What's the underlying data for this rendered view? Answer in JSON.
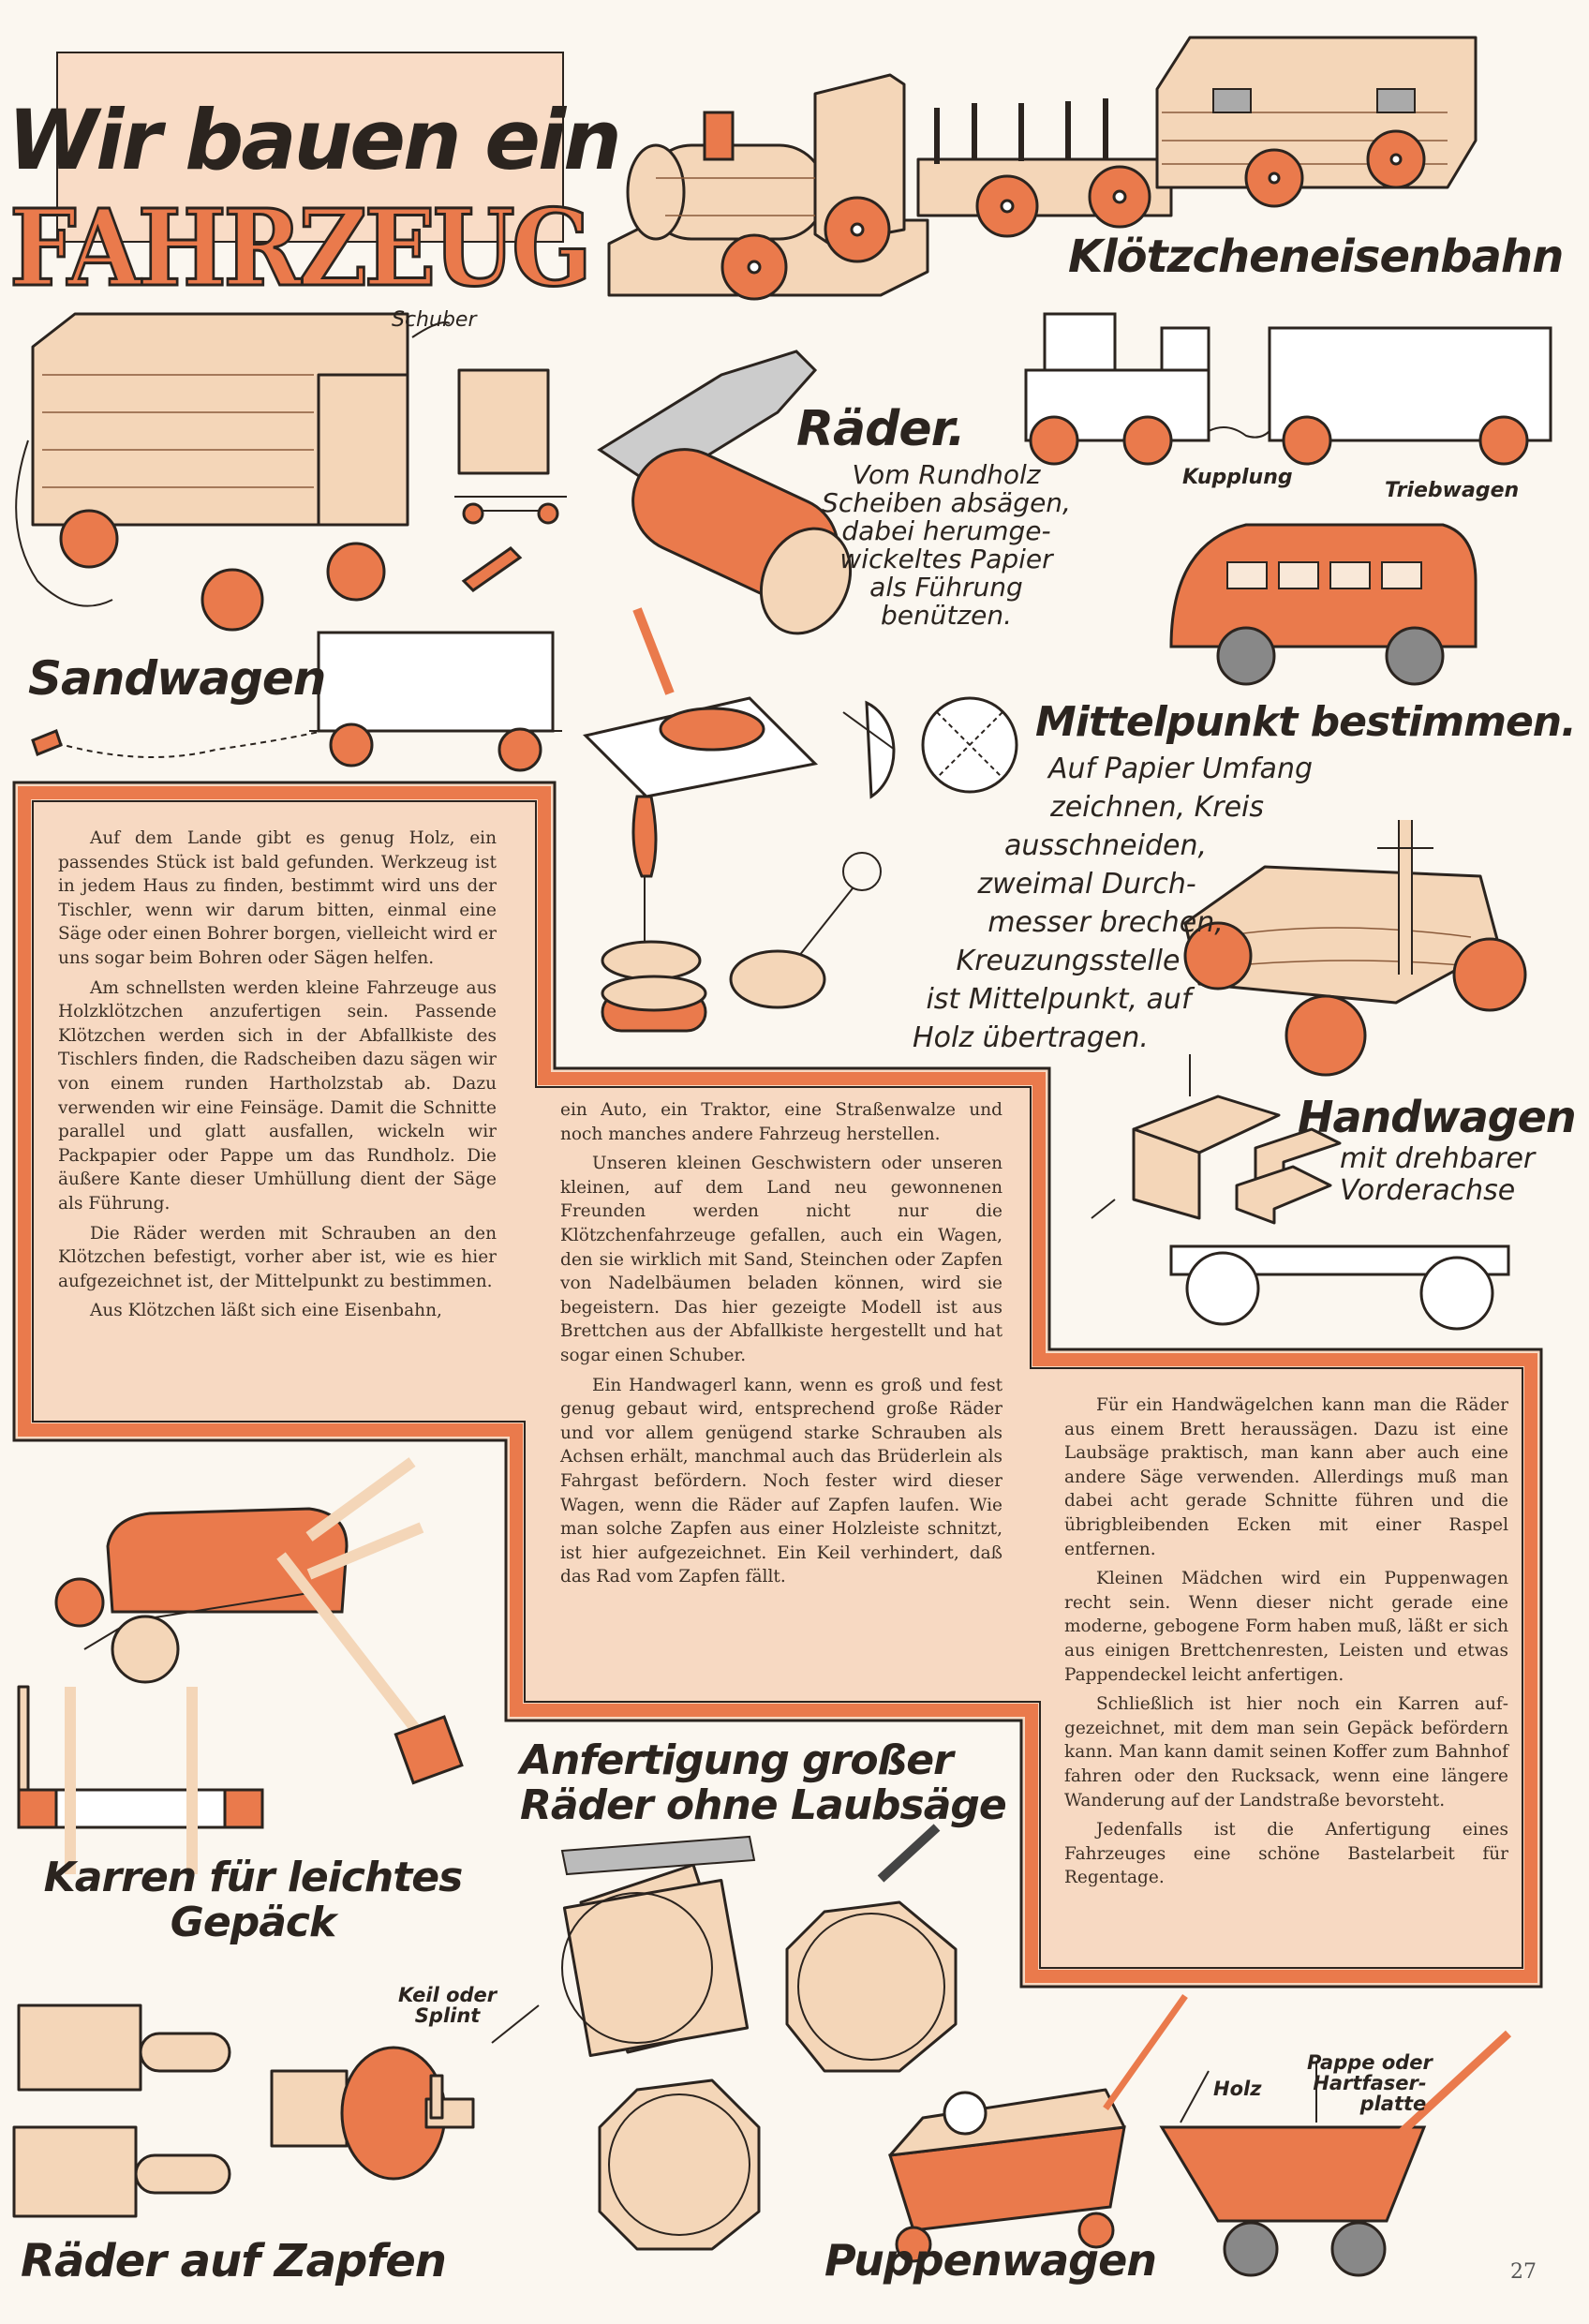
{
  "title": {
    "line1": "Wir bauen ein",
    "line2": "FAHRZEUG"
  },
  "colors": {
    "accent": "#ea7a4c",
    "frame_fill": "#f7d9c2",
    "ink": "#2b241f",
    "wood": "#f4d6b8"
  },
  "captions": {
    "train": "Klötzcheneisenbahn",
    "schuber": "Schuber",
    "sandwagen": "Sandwagen",
    "raeder_title": "Räder.",
    "raeder_text": [
      "Vom Rundholz",
      "Scheiben absägen,",
      "dabei herumge-",
      "wickeltes Papier",
      "als Führung",
      "benützen."
    ],
    "kupplung": "Kupplung",
    "triebwagen": "Triebwagen",
    "mittelpunkt_title": "Mittelpunkt bestimmen.",
    "mittelpunkt_text": [
      "Auf Papier Umfang",
      "zeichnen, Kreis",
      "ausschneiden,",
      "zweimal Durch-",
      "messer brechen,",
      "Kreuzungsstelle",
      "ist Mittelpunkt, auf",
      "Holz übertragen."
    ],
    "handwagen_title": "Handwagen",
    "handwagen_text": [
      "mit drehbarer",
      "Vorderachse"
    ],
    "karren": [
      "Karren für leichtes",
      "Gepäck"
    ],
    "grosse_raeder": [
      "Anfertigung großer",
      "Räder ohne Laubsäge"
    ],
    "keil": [
      "Keil oder",
      "Splint"
    ],
    "zapfen": "Räder auf Zapfen",
    "puppenwagen": "Puppenwagen",
    "holz": "Holz",
    "pappe": [
      "Pappe oder",
      "Hartfaser-",
      "platte"
    ]
  },
  "article": {
    "col1": [
      "Auf dem Lande gibt es genug Holz, ein passendes Stück ist bald gefunden. Werk­zeug ist in jedem Haus zu finden, bestimmt wird uns der Tischler, wenn wir darum bitten, einmal eine Säge oder einen Boh­rer borgen, vielleicht wird er uns sogar beim Bohren oder Sägen helfen.",
      "Am schnellsten werden kleine Fahrzeuge aus Holzklötzchen anzufertigen sein. Pas­sende Klötzchen werden sich in der Ab­fallkiste des Tischlers finden, die Rad­scheiben dazu sägen wir von einem runden Hartholzstab ab. Dazu verwenden wir eine Feinsäge. Damit die Schnitte parallel und glatt ausfallen, wickeln wir Packpapier oder Pappe um das Rundholz. Die äußere Kante dieser Umhüllung dient der Säge als Führung.",
      "Die Räder werden mit Schrauben an den Klötzchen befestigt, vorher aber ist, wie es hier aufgezeichnet ist, der Mittelpunkt zu bestimmen.",
      "Aus Klötzchen läßt sich eine Eisenbahn,"
    ],
    "col2_lead": "ein Auto, ein Traktor, eine Straßenwalze und noch manches andere Fahrzeug her­stellen.",
    "col2": [
      "Unseren kleinen Geschwistern oder unse­ren kleinen, auf dem Land neu gewon­nenen Freunden werden nicht nur die Klötzchenfahrzeuge gefallen, auch ein Wagen, den sie wirklich mit Sand, Stein­chen oder Zapfen von Nadelbäumen be­laden können, wird sie begeistern. Das hier gezeigte Modell ist aus Brettchen aus der Abfallkiste hergestellt und hat sogar einen Schuber.",
      "Ein Handwagerl kann, wenn es groß und fest genug gebaut wird, entsprechend große Räder und vor allem genügend starke Schrauben als Achsen erhält, manchmal auch das Brüderlein als Fahr­gast befördern. Noch fester wird dieser Wagen, wenn die Räder auf Zapfen laufen. Wie man solche Zapfen aus einer Holz­leiste schnitzt, ist hier aufgezeichnet. Ein Keil verhindert, daß das Rad vom Zapfen fällt."
    ],
    "col3": [
      "Für ein Handwägelchen kann man die Räder aus einem Brett heraussägen. Dazu ist eine Laubsäge praktisch, man kann aber auch eine andere Säge verwenden. Allerdings muß man dabei acht gerade Schnitte führen und die übrigbleibenden Ecken mit einer Raspel entfernen.",
      "Kleinen Mädchen wird ein Puppenwagen recht sein. Wenn dieser nicht gerade eine moderne, gebogene Form haben muß, läßt er sich aus einigen Brettchenresten, Lei­sten und etwas Pappendeckel leicht an­fertigen.",
      "Schließlich ist hier noch ein Karren auf­gezeichnet, mit dem man sein Gepäck be­fördern kann. Man kann damit seinen Koffer zum Bahnhof fahren oder den Rucksack, wenn eine längere Wanderung auf der Landstraße bevorsteht.",
      "Jedenfalls ist die Anfertigung eines Fahrzeuges eine schöne Bastelarbeit für Regentage."
    ]
  },
  "page_number": "27"
}
